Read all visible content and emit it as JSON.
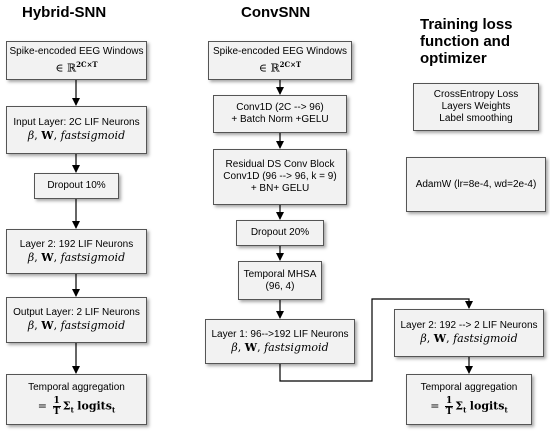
{
  "titles": {
    "hybrid": "Hybrid-SNN",
    "conv": "ConvSNN",
    "training": [
      "Training loss",
      "function and",
      "optimizer"
    ]
  },
  "hybrid": {
    "input_windows": {
      "label": "Spike-encoded EEG Windows",
      "math_in": "∈ ℝ",
      "math_sup": "2C×T"
    },
    "input_layer": {
      "label": "Input Layer: 2C LIF Neurons",
      "params": "β, W, fastsigmoid"
    },
    "dropout": {
      "label": "Dropout 10%"
    },
    "layer2": {
      "label": "Layer 2: 192 LIF Neurons",
      "params": "β, W, fastsigmoid"
    },
    "output_layer": {
      "label": "Output Layer: 2 LIF Neurons",
      "params": "β, W, fastsigmoid"
    },
    "aggregation": {
      "label": "Temporal aggregation",
      "eq_prefix": "=",
      "frac_num": "1",
      "frac_den": "T",
      "sum": "Σ",
      "sum_sub": "t",
      "logits": "logits",
      "logits_sub": "t"
    }
  },
  "conv": {
    "input_windows": {
      "label": "Spike-encoded EEG Windows",
      "math_in": "∈ ℝ",
      "math_sup": "2C×T"
    },
    "conv1d": {
      "line1": "Conv1D (2C --> 96)",
      "line2": "+ Batch Norm +GELU"
    },
    "residual": {
      "line1": "Residual DS Conv Block",
      "line2": "Conv1D (96 --> 96, k = 9)",
      "line3": "+ BN+ GELU"
    },
    "dropout": {
      "label": "Dropout 20%"
    },
    "mhsa": {
      "line1": "Temporal MHSA",
      "line2": "(96, 4)"
    },
    "layer1": {
      "label": "Layer 1: 96-->192 LIF Neurons",
      "params": "β, W, fastsigmoid"
    },
    "layer2": {
      "label": "Layer 2: 192 --> 2 LIF Neurons",
      "params": "β, W, fastsigmoid"
    },
    "aggregation": {
      "label": "Temporal aggregation",
      "eq_prefix": "=",
      "frac_num": "1",
      "frac_den": "T",
      "sum": "Σ",
      "sum_sub": "t",
      "logits": "logits",
      "logits_sub": "t"
    }
  },
  "training": {
    "loss": {
      "line1": "CrossEntropy Loss",
      "line2": "Layers Weights",
      "line3": "Label smoothing"
    },
    "optimizer": {
      "label": "AdamW (lr=8e-4, wd=2e-4)"
    }
  }
}
